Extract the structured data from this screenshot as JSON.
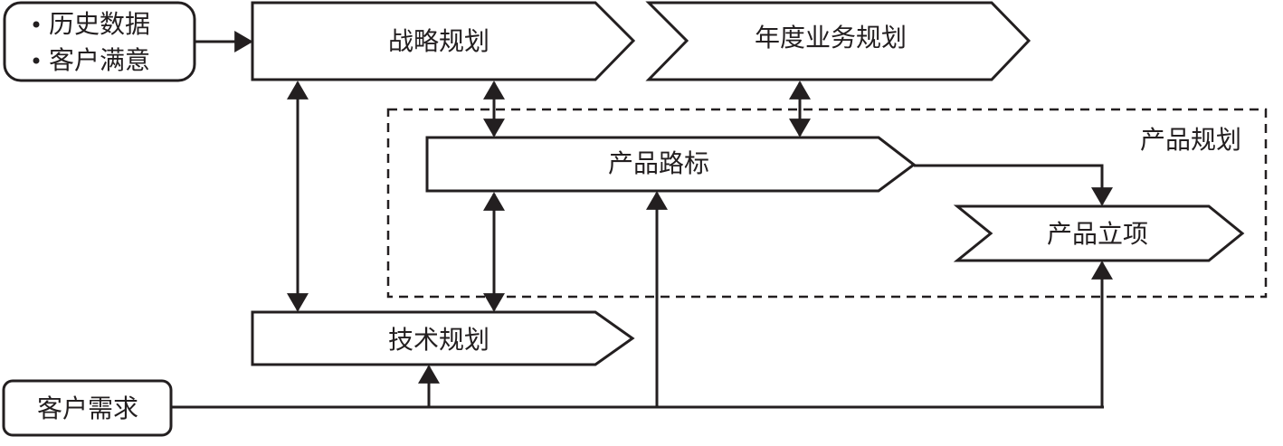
{
  "inputs_box": {
    "items": [
      "历史数据",
      "客户满意"
    ]
  },
  "nodes": {
    "strategy": "战略规划",
    "annual": "年度业务规划",
    "roadmap": "产品路标",
    "project": "产品立项",
    "tech": "技术规划",
    "customer": "客户需求"
  },
  "region_label": "产品规划"
}
